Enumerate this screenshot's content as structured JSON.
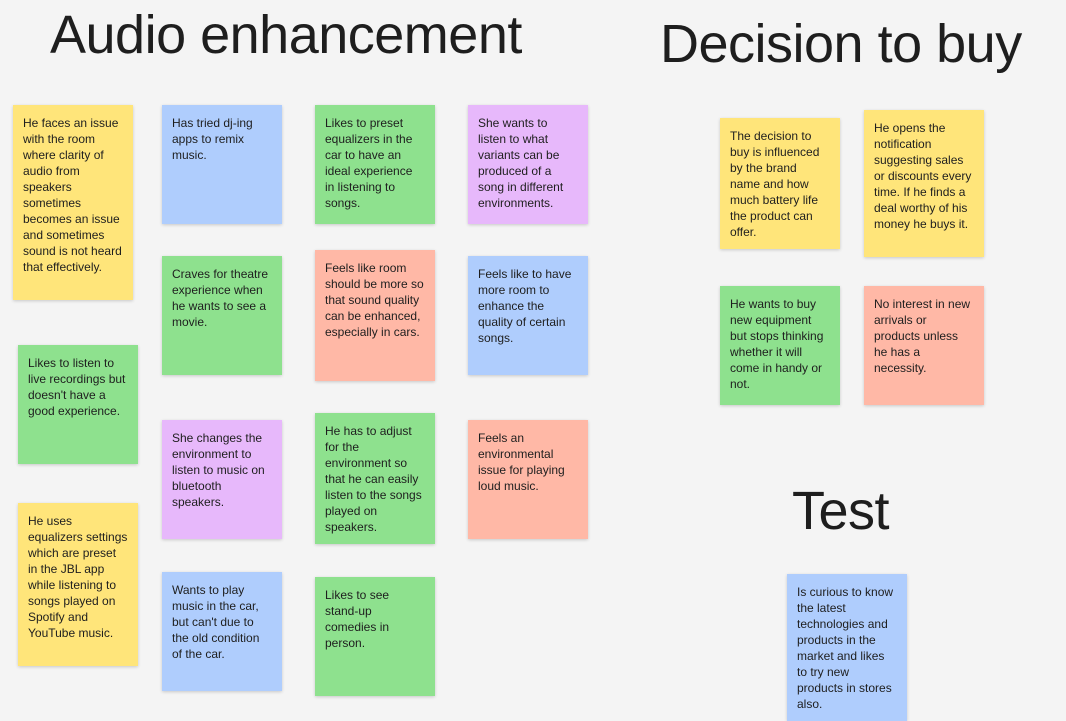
{
  "colors": {
    "background": "#f4f4f4",
    "yellow": "#ffe57a",
    "blue": "#afcdfd",
    "green": "#8ee18e",
    "purple": "#e7b8fb",
    "salmon": "#ffb8a6"
  },
  "sections": {
    "audio": {
      "title": "Audio enhancement",
      "notes": [
        {
          "color": "yellow",
          "text": "He faces an issue with the room where clarity of audio from speakers sometimes becomes an issue and sometimes sound is not heard that effectively."
        },
        {
          "color": "green",
          "text": "Likes to listen to live recordings but doesn't have a good experience."
        },
        {
          "color": "yellow",
          "text": "He uses equalizers settings which are preset in the JBL app while listening to songs played on Spotify and YouTube music."
        },
        {
          "color": "blue",
          "text": "Has tried dj-ing apps to remix music."
        },
        {
          "color": "green",
          "text": "Craves for theatre experience when he wants to see a movie."
        },
        {
          "color": "purple",
          "text": "She changes the environment to listen to music on bluetooth speakers."
        },
        {
          "color": "blue",
          "text": "Wants to play music in the car, but can't due to the old condition of the car."
        },
        {
          "color": "green",
          "text": "Likes to preset equalizers in the car to have an ideal experience in listening to songs."
        },
        {
          "color": "salmon",
          "text": "Feels like room should be more so that sound quality can be enhanced, especially in cars."
        },
        {
          "color": "green",
          "text": "He has to adjust for the environment so that he can easily listen to the songs played on speakers."
        },
        {
          "color": "green",
          "text": "Likes to see stand-up comedies in person."
        },
        {
          "color": "purple",
          "text": "She wants to listen to what variants can be produced of a song in different environments."
        },
        {
          "color": "blue",
          "text": "Feels like to have more room to enhance the quality of certain songs."
        },
        {
          "color": "salmon",
          "text": "Feels an environmental issue for playing loud music."
        }
      ]
    },
    "decision": {
      "title": "Decision to buy",
      "notes": [
        {
          "color": "yellow",
          "text": "The decision to buy is influenced by the brand name and how much battery life the product can offer."
        },
        {
          "color": "yellow",
          "text": "He opens the notification suggesting sales or discounts every time. If he finds a deal worthy of his money he buys it."
        },
        {
          "color": "green",
          "text": "He wants to buy new equipment but stops thinking whether it will come in handy or not."
        },
        {
          "color": "salmon",
          "text": "No interest in new arrivals or products unless he has a necessity."
        }
      ]
    },
    "test": {
      "title": "Test",
      "notes": [
        {
          "color": "blue",
          "text": "Is curious to know the latest technologies and products in the market and likes to try new products in stores also."
        }
      ]
    }
  }
}
